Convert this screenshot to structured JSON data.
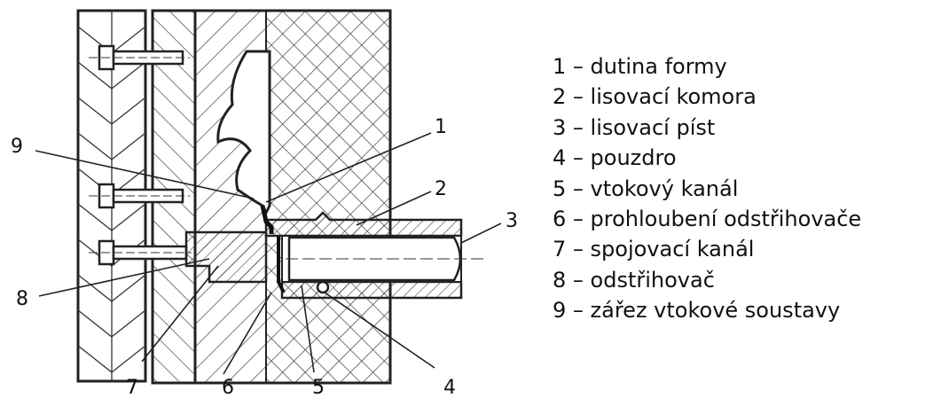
{
  "diagram": {
    "part_labels": [
      "1",
      "2",
      "3",
      "4",
      "5",
      "6",
      "7",
      "8",
      "9"
    ]
  },
  "legend": {
    "items": [
      "1 – dutina formy",
      "2 – lisovací komora",
      "3 – lisovací píst",
      "4 – pouzdro",
      "5 – vtokový kanál",
      "6 – prohloubení odstřihovače",
      "7 – spojovací kanál",
      "8 – odstřihovač",
      "9 – zářez vtokové soustavy"
    ]
  }
}
